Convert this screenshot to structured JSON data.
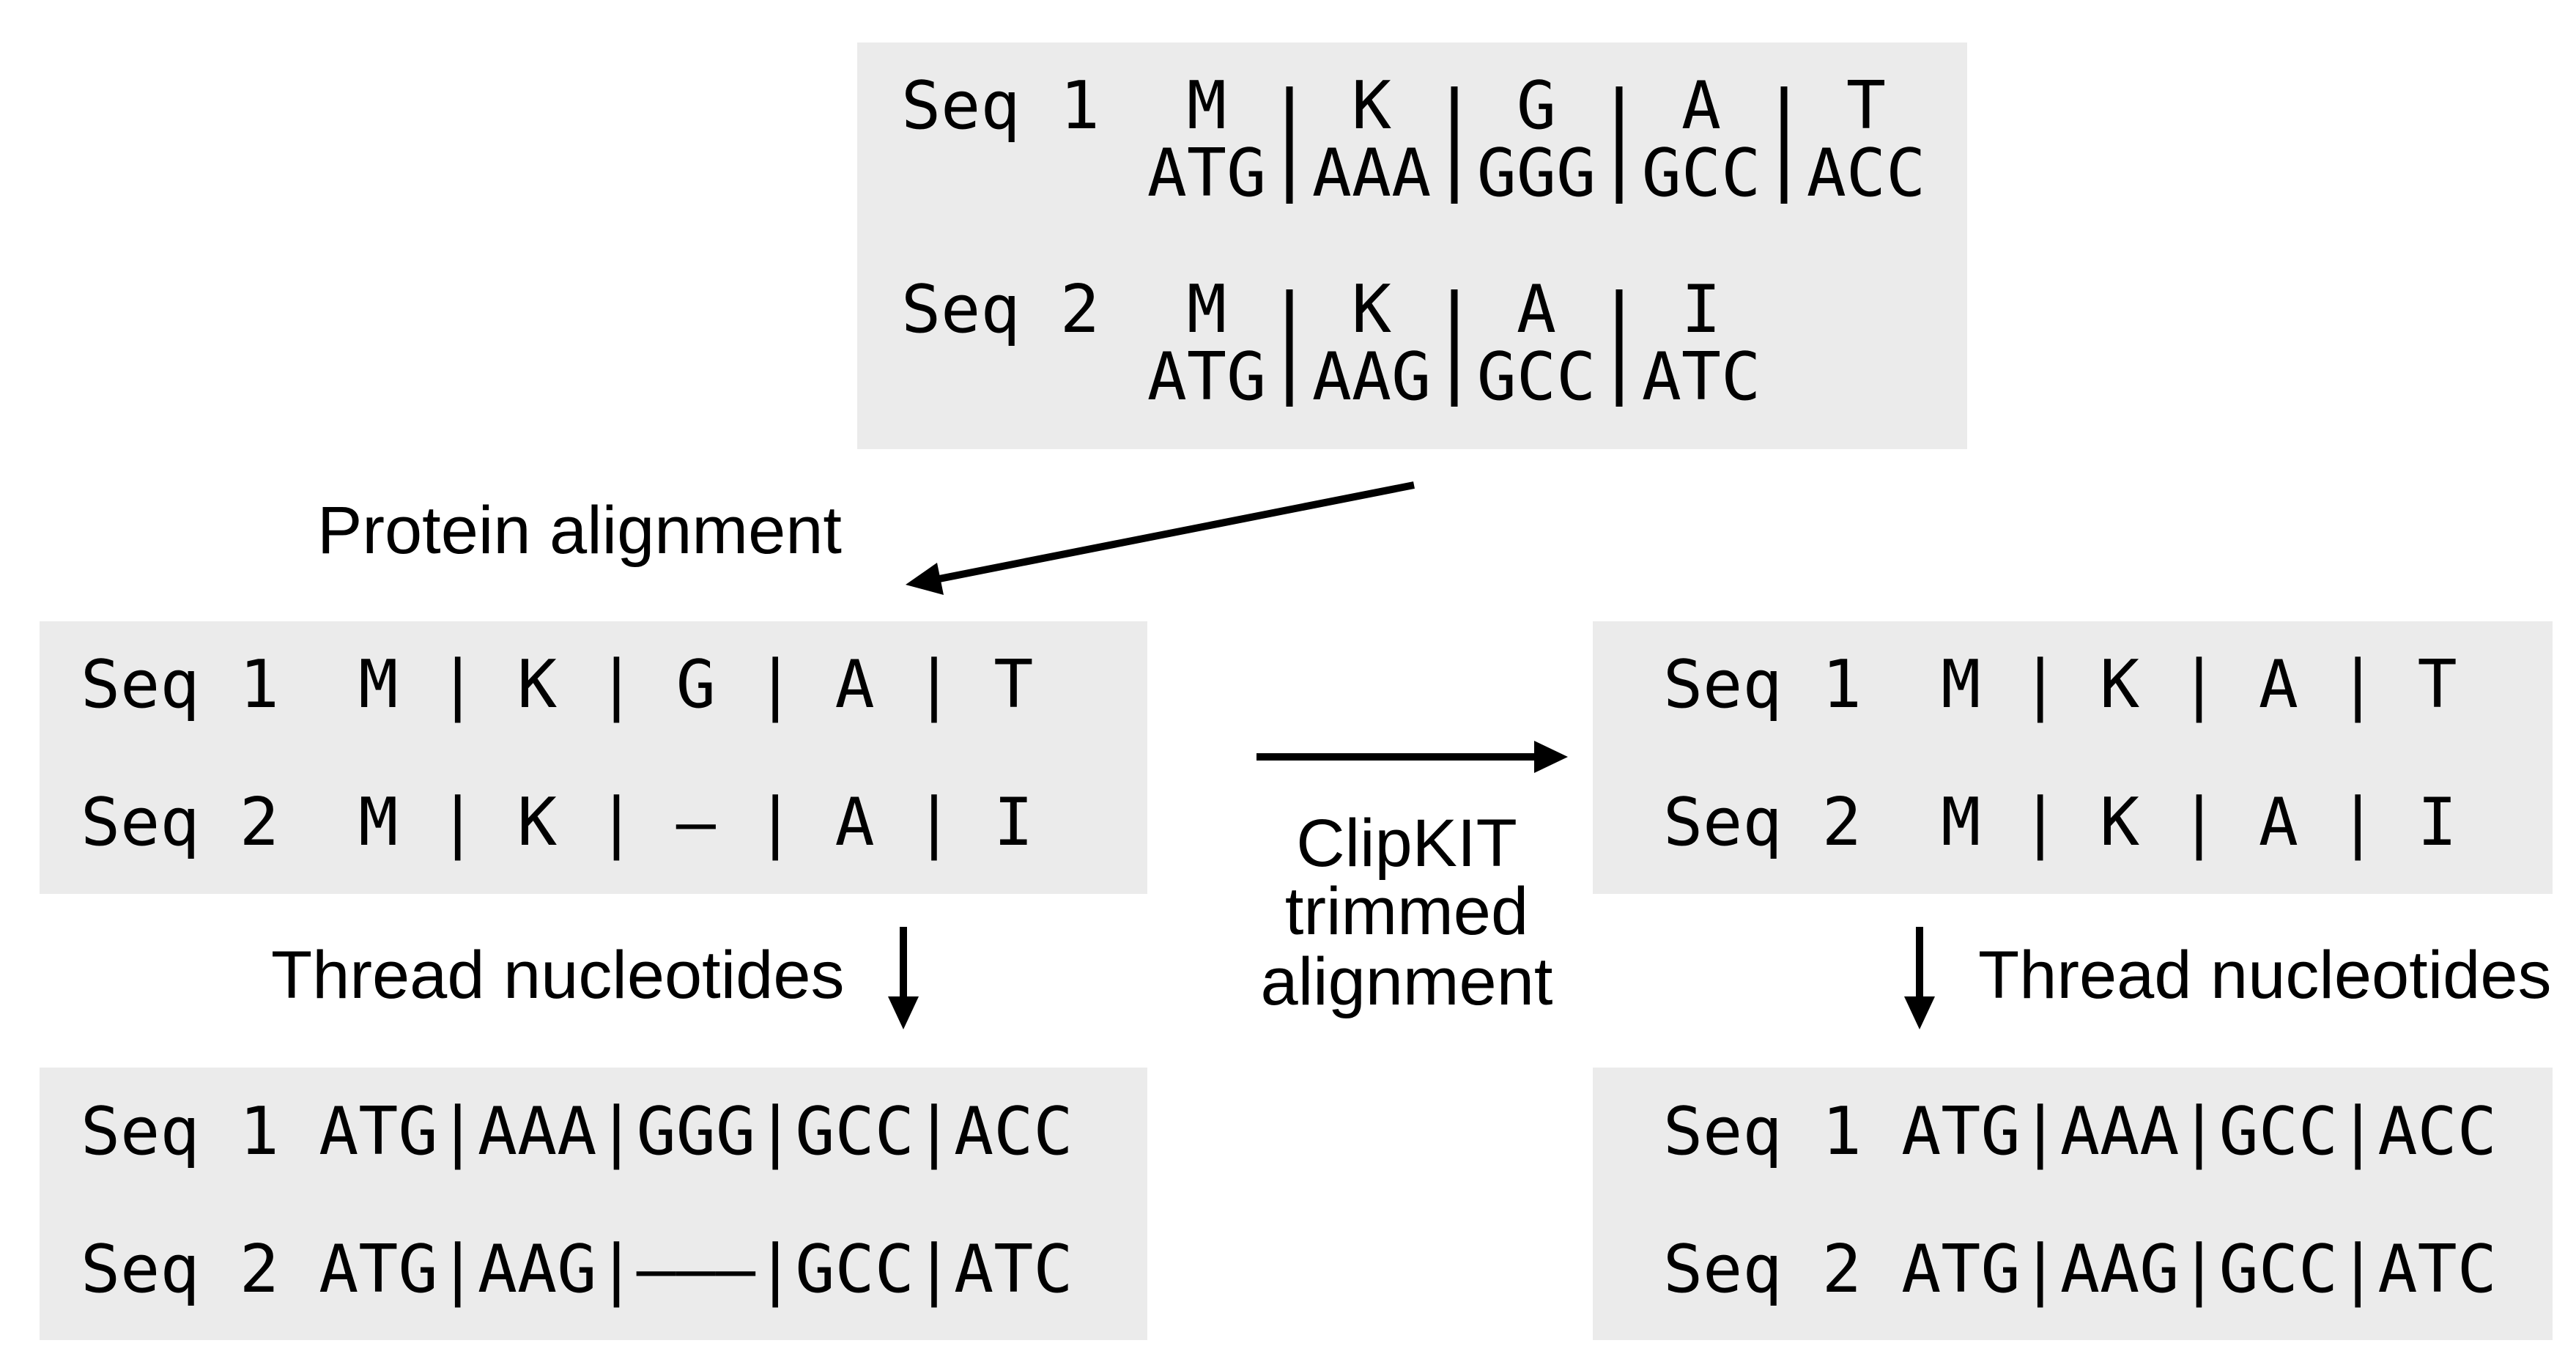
{
  "top": {
    "seq1": {
      "name": "Seq 1",
      "aa": [
        "M",
        "K",
        "G",
        "A",
        "T"
      ],
      "codons": [
        "ATG",
        "AAA",
        "GGG",
        "GCC",
        "ACC"
      ]
    },
    "seq2": {
      "name": "Seq 2",
      "aa": [
        "M",
        "K",
        "A",
        "I"
      ],
      "codons": [
        "ATG",
        "AAG",
        "GCC",
        "ATC"
      ]
    }
  },
  "labels": {
    "protein_alignment": "Protein alignment",
    "thread_left": "Thread nucleotides",
    "thread_right": "Thread nucleotides",
    "clipkit_line1": "ClipKIT",
    "clipkit_line2": "trimmed",
    "clipkit_line3": "alignment"
  },
  "protein_alignment": {
    "seq1": "Seq 1  M | K | G | A | T",
    "seq2": "Seq 2  M | K | – | A | I"
  },
  "nucleotide_alignment": {
    "seq1": "Seq 1 ATG|AAA|GGG|GCC|ACC",
    "seq2": "Seq 2 ATG|AAG|–––|GCC|ATC"
  },
  "trimmed_protein": {
    "seq1": "Seq 1  M | K | A | T",
    "seq2": "Seq 2  M | K | A | I"
  },
  "trimmed_nucleotide": {
    "seq1": "Seq 1 ATG|AAA|GCC|ACC",
    "seq2": "Seq 2 ATG|AAG|GCC|ATC"
  }
}
